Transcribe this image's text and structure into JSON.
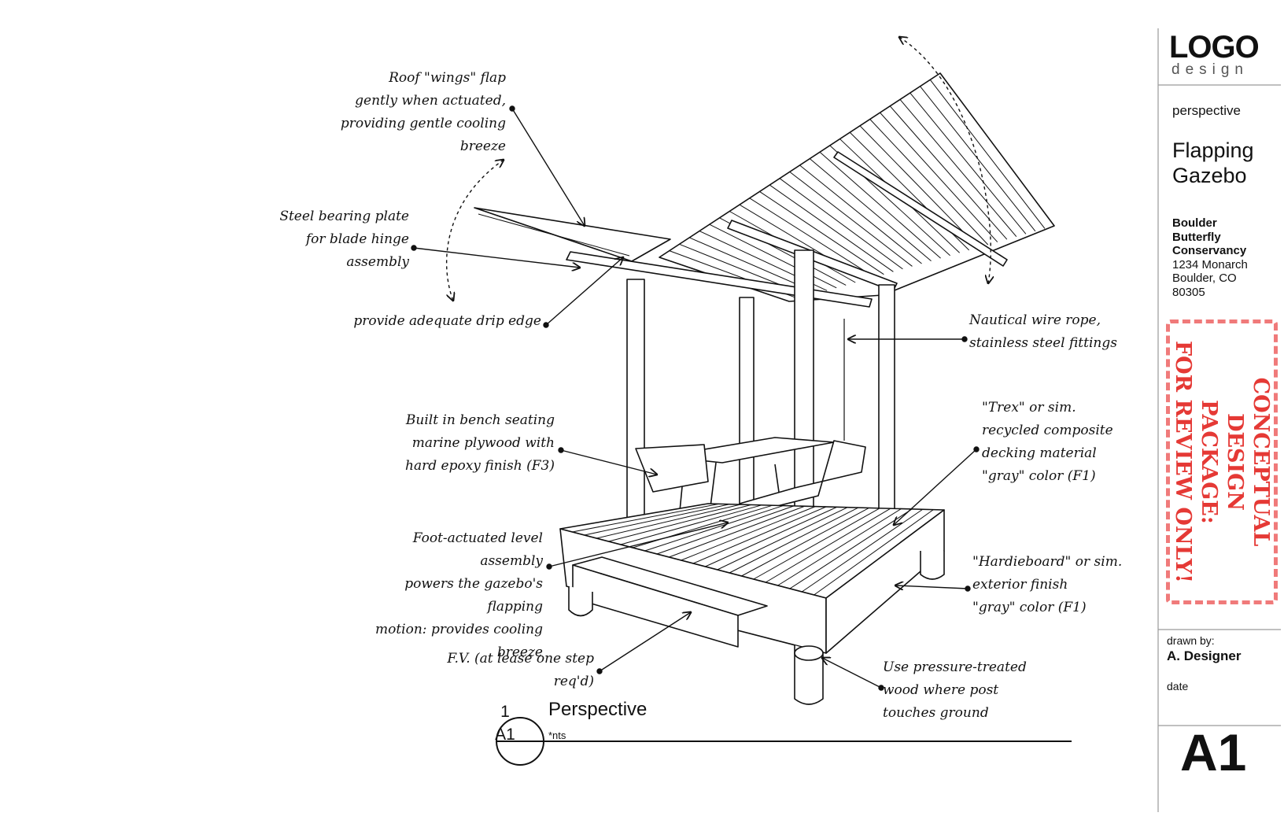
{
  "annotations": {
    "roof_wings": "Roof \"wings\" flap\ngently when actuated,\nproviding gentle cooling breeze",
    "steel_plate": "Steel bearing plate\nfor blade hinge\nassembly",
    "drip_edge": "provide adequate drip edge",
    "wire_rope": "Nautical wire rope,\nstainless steel fittings",
    "bench": "Built in bench seating\nmarine plywood with\nhard epoxy finish (F3)",
    "decking": "\"Trex\" or sim.\nrecycled composite\ndecking material\n\"gray\" color (F1)",
    "foot_lever": "Foot-actuated level assembly\npowers the gazebo's flapping\nmotion: provides cooling\nbreeze",
    "hardieboard": "\"Hardieboard\" or sim.\nexterior finish\n\"gray\" color (F1)",
    "step": "F.V. (at lease one step\nreq'd)",
    "posts": "Use pressure-treated\nwood where post\ntouches ground"
  },
  "view_title": {
    "number": "1",
    "sheet": "A1",
    "title": "Perspective",
    "scale": "*nts"
  },
  "title_block": {
    "logo_main": "LOGO",
    "logo_sub": "design",
    "view_type": "perspective",
    "project_title": "Flapping\nGazebo",
    "client_name": "Boulder\nButterfly\nConservancy",
    "client_address": "1234 Monarch\nBoulder, CO\n80305",
    "stamp": "CONCEPTUAL DESIGN\nPACKAGE:\nFOR REVIEW ONLY!",
    "drawn_by_label": "drawn by:",
    "drawn_by": "A. Designer",
    "date_label": "date",
    "sheet_number": "A1"
  },
  "colors": {
    "stamp": "#e53935",
    "ink": "#111111"
  }
}
